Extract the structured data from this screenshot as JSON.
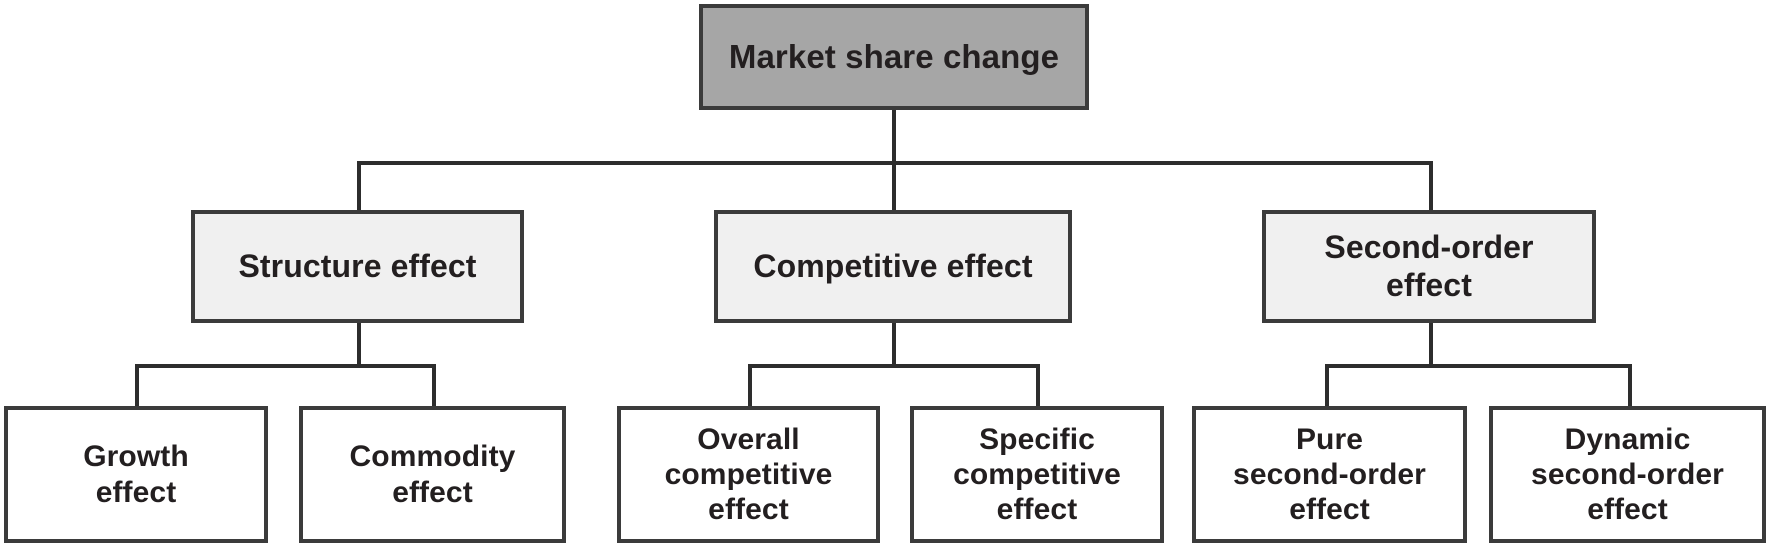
{
  "diagram": {
    "title": "Market share change",
    "type": "hierarchy-tree",
    "colors": {
      "root_fill": "#a6a6a6",
      "level2_fill": "#f0f0f0",
      "level3_fill": "#ffffff",
      "border": "#3b3b3b",
      "line": "#2d2d2d",
      "text": "#231f20",
      "background": "#ffffff"
    },
    "root": {
      "label": "Market share change"
    },
    "level2": [
      {
        "label": "Structure effect"
      },
      {
        "label": "Competitive effect"
      },
      {
        "label": "Second-order\neffect"
      }
    ],
    "level3": [
      {
        "label": "Growth\neffect"
      },
      {
        "label": "Commodity\neffect"
      },
      {
        "label": "Overall\ncompetitive\neffect"
      },
      {
        "label": "Specific\ncompetitive\neffect"
      },
      {
        "label": "Pure\nsecond-order\neffect"
      },
      {
        "label": "Dynamic\nsecond-order\neffect"
      }
    ]
  }
}
